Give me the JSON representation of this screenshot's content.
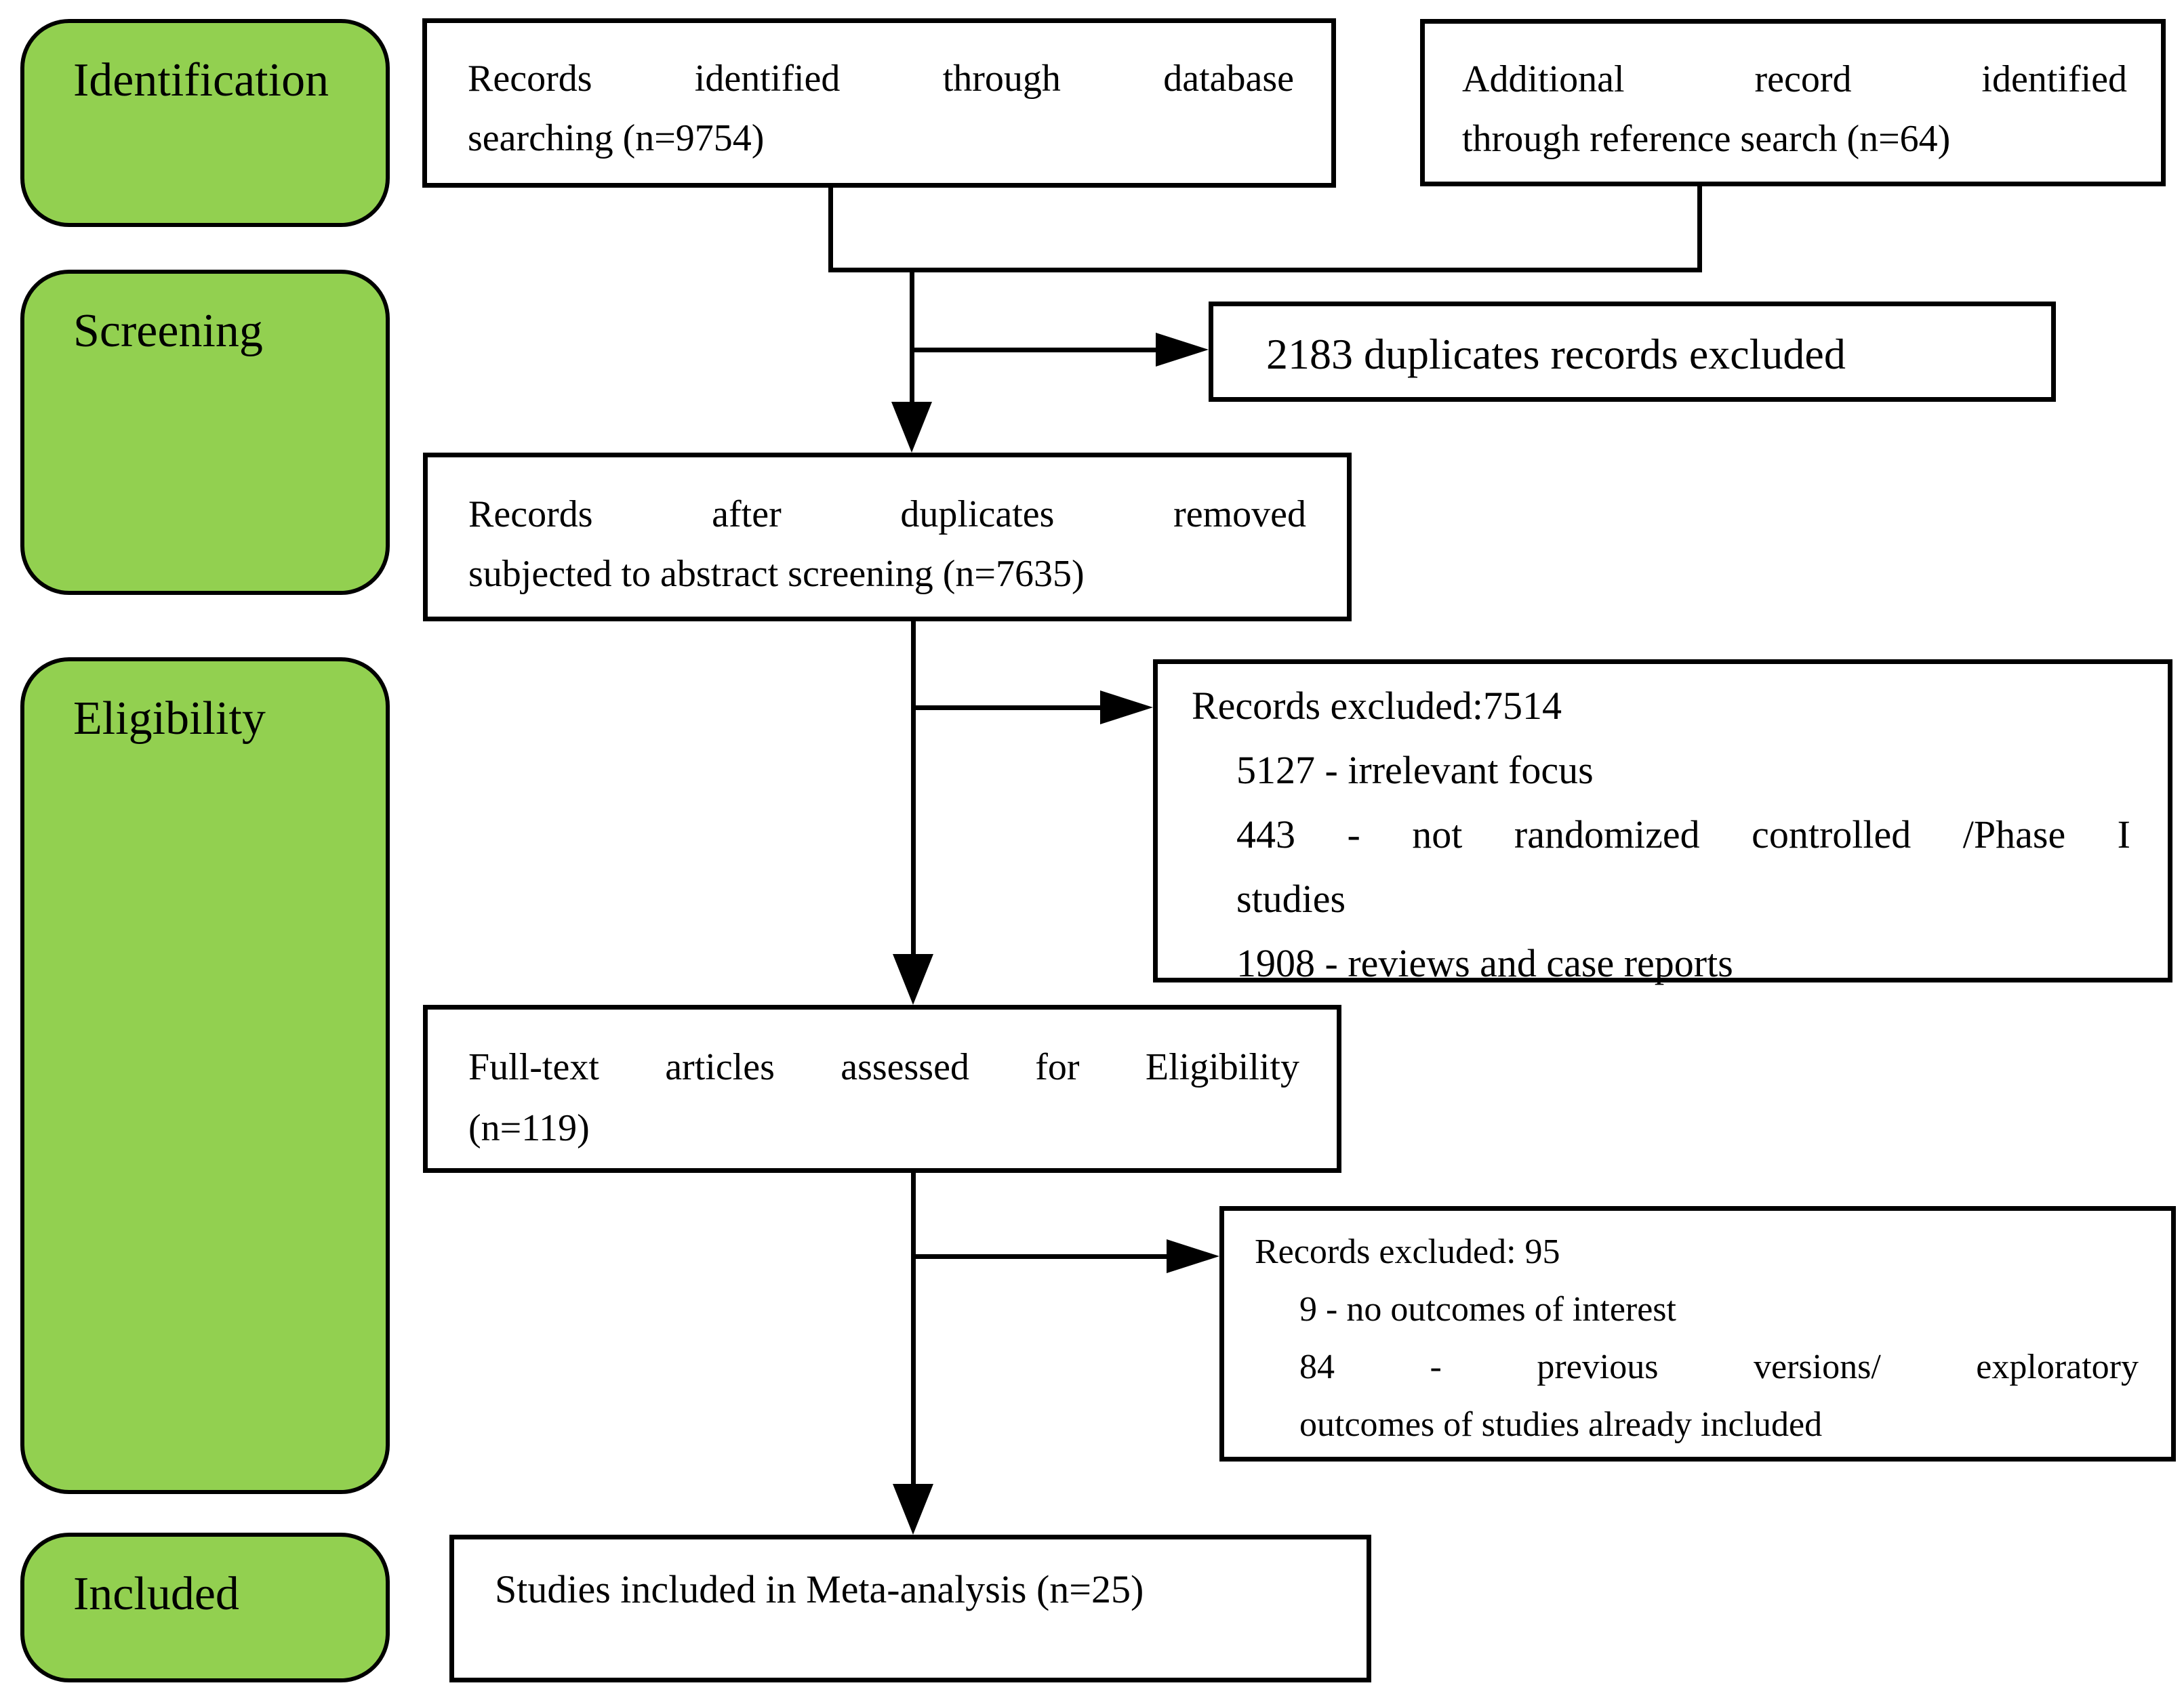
{
  "stages": [
    {
      "label": "Identification"
    },
    {
      "label": "Screening"
    },
    {
      "label": "Eligibility"
    },
    {
      "label": "Included"
    }
  ],
  "boxes": {
    "db_search": {
      "lines": [
        "Records identified through database",
        "searching (n=9754)"
      ]
    },
    "ref_search": {
      "lines": [
        "Additional record identified",
        "through reference search (n=64)"
      ]
    },
    "duplicates": {
      "text": "2183 duplicates records excluded"
    },
    "after_duplicates": {
      "lines": [
        "Records after duplicates removed",
        "subjected to abstract screening (n=7635)"
      ]
    },
    "excluded_screening": {
      "title": "Records excluded:7514",
      "items": [
        "5127 - irrelevant focus",
        "443 - not randomized controlled /Phase I",
        "studies",
        "1908 - reviews and case reports"
      ]
    },
    "fulltext": {
      "lines": [
        "Full-text articles assessed for Eligibility",
        "(n=119)"
      ]
    },
    "excluded_fulltext": {
      "title": "Records excluded: 95",
      "items": [
        "9 - no outcomes of interest",
        "84 - previous versions/ exploratory",
        "outcomes of studies already included"
      ]
    },
    "included_studies": {
      "text": "Studies included in Meta-analysis (n=25)"
    }
  },
  "colors": {
    "stage_fill": "#92D050",
    "border": "#000000",
    "box_fill": "#FFFFFF",
    "text": "#000000"
  }
}
